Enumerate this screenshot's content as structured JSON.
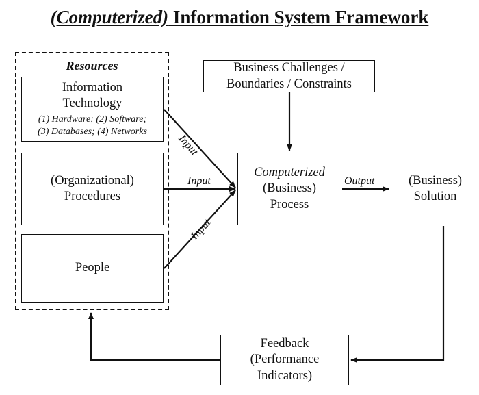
{
  "title": {
    "italic_part": "(Computerized)",
    "rest": " Information System Framework"
  },
  "resources": {
    "label": "Resources",
    "it_box": {
      "line1": "Information",
      "line2": "Technology",
      "sub1": "(1) Hardware; (2) Software;",
      "sub2": "(3) Databases; (4) Networks"
    },
    "procedures_box": {
      "line1": "(Organizational)",
      "line2": "Procedures"
    },
    "people_box": {
      "line1": "People"
    }
  },
  "challenges_box": {
    "line1": "Business Challenges /",
    "line2": "Boundaries / Constraints"
  },
  "process_box": {
    "line1": "Computerized",
    "line2": "(Business)",
    "line3": "Process"
  },
  "solution_box": {
    "line1": "(Business)",
    "line2": "Solution"
  },
  "feedback_box": {
    "line1": "Feedback",
    "line2": "(Performance",
    "line3": "Indicators)"
  },
  "arrow_labels": {
    "input_top": "Input",
    "input_mid": "Input",
    "input_bottom": "Input",
    "output": "Output"
  }
}
